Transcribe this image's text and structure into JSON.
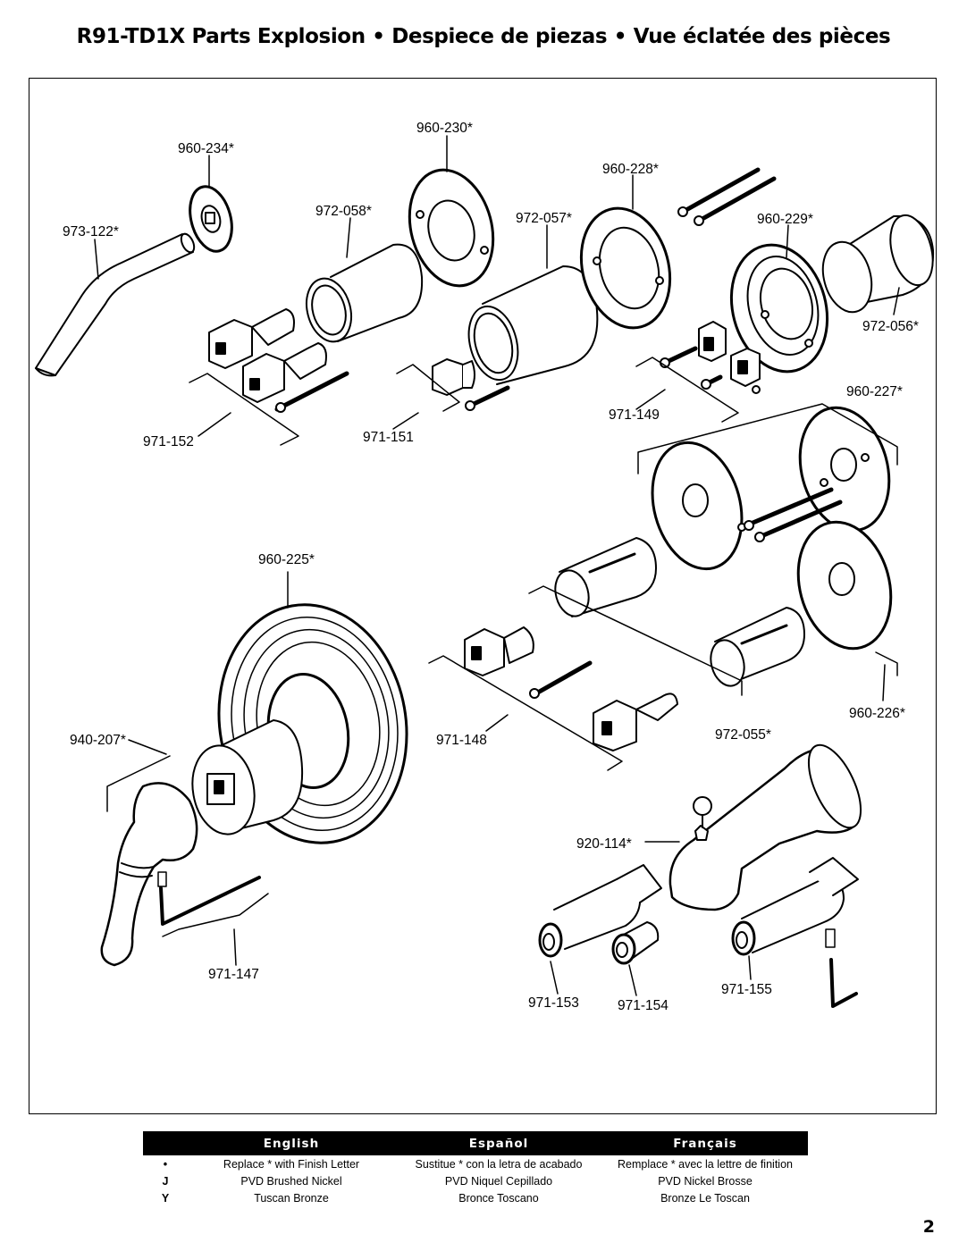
{
  "page": {
    "title": "R91-TD1X  Parts Explosion  •  Despiece de piezas  •  Vue éclatée des pièces",
    "number": "2"
  },
  "callouts": {
    "p960_234": "960-234*",
    "p973_122": "973-122*",
    "p972_058": "972-058*",
    "p960_230": "960-230*",
    "p972_057": "972-057*",
    "p960_228": "960-228*",
    "p960_229": "960-229*",
    "p972_056": "972-056*",
    "p971_152": "971-152",
    "p971_151": "971-151",
    "p971_149": "971-149",
    "p960_227": "960-227*",
    "p960_225": "960-225*",
    "p971_148": "971-148",
    "p972_055": "972-055*",
    "p960_226": "960-226*",
    "p940_207": "940-207*",
    "p920_114": "920-114*",
    "p971_147": "971-147",
    "p971_153": "971-153",
    "p971_154": "971-154",
    "p971_155": "971-155"
  },
  "legend": {
    "headers": {
      "english": "English",
      "spanish": "Español",
      "french": "Français"
    },
    "rows": [
      {
        "code": "•",
        "english": "Replace * with Finish Letter",
        "spanish": "Sustitue * con la letra de acabado",
        "french": "Remplace * avec la lettre de finition"
      },
      {
        "code": "J",
        "english": "PVD Brushed Nickel",
        "spanish": "PVD Niquel Cepillado",
        "french": "PVD Nickel Brosse"
      },
      {
        "code": "Y",
        "english": "Tuscan Bronze",
        "spanish": "Bronce Toscano",
        "french": "Bronze Le Toscan"
      }
    ]
  }
}
